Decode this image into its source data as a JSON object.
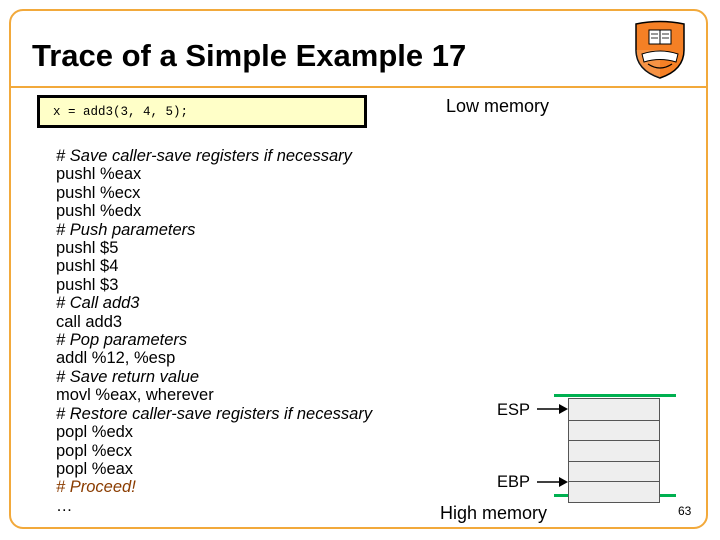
{
  "slide": {
    "title": "Trace of a Simple Example 17",
    "page_number": "63",
    "logo_icon": "princeton-shield-icon",
    "accent_color": "#f2a93b"
  },
  "code_box": {
    "text": "x = add3(3, 4, 5);",
    "background": "#ffffc8"
  },
  "assembly": [
    {
      "text": "# Save caller-save registers if necessary",
      "kind": "comment"
    },
    {
      "text": "pushl %eax",
      "kind": "instruction"
    },
    {
      "text": "pushl %ecx",
      "kind": "instruction"
    },
    {
      "text": "pushl %edx",
      "kind": "instruction"
    },
    {
      "text": "# Push parameters",
      "kind": "comment"
    },
    {
      "text": "pushl $5",
      "kind": "instruction"
    },
    {
      "text": "pushl $4",
      "kind": "instruction"
    },
    {
      "text": "pushl $3",
      "kind": "instruction"
    },
    {
      "text": "# Call add3",
      "kind": "comment"
    },
    {
      "text": "call add3",
      "kind": "instruction"
    },
    {
      "text": "# Pop parameters",
      "kind": "comment"
    },
    {
      "text": "addl %12, %esp",
      "kind": "instruction"
    },
    {
      "text": "# Save return value",
      "kind": "comment"
    },
    {
      "text": "movl %eax, wherever",
      "kind": "instruction"
    },
    {
      "text": "# Restore caller-save registers if necessary",
      "kind": "comment"
    },
    {
      "text": "popl %edx",
      "kind": "instruction"
    },
    {
      "text": "popl %ecx",
      "kind": "instruction"
    },
    {
      "text": "popl %eax",
      "kind": "instruction"
    },
    {
      "text": "# Proceed!",
      "kind": "proceed"
    },
    {
      "text": "…",
      "kind": "instruction"
    }
  ],
  "memory": {
    "low_label": "Low memory",
    "high_label": "High memory",
    "esp_label": "ESP",
    "ebp_label": "EBP",
    "stack_cells": 5,
    "bar_color": "#00b050"
  }
}
